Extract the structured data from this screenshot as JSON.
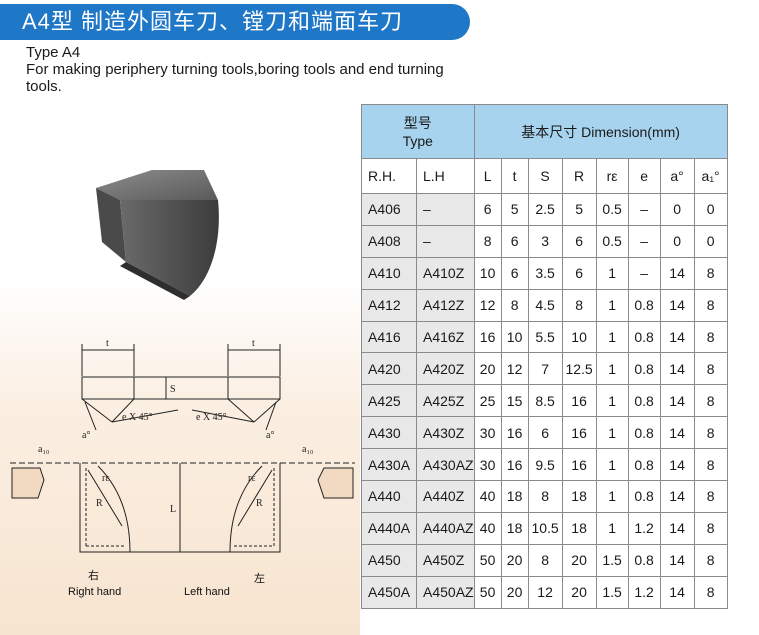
{
  "title": "A4型  制造外圆车刀、镗刀和端面车刀",
  "subtitle_lines": [
    "Type A4",
    "For making periphery turning tools,boring tools and end turning",
    "tools."
  ],
  "drawing": {
    "labels": {
      "t_left": "t",
      "t_right": "t",
      "s": "S",
      "e45_left": "e X 45°",
      "e45_right": "e X 45°",
      "a_left": "a°",
      "a_right": "a°",
      "a1_left": "a₁₀",
      "a1_right": "a₁₀",
      "re_left": "rε",
      "re_right": "rε",
      "r_left": "R",
      "r_right": "R",
      "l": "L"
    },
    "right_hand_cn": "右",
    "right_hand_en": "Right hand",
    "left_hand_cn": "左",
    "left_hand_en": "Left hand"
  },
  "table": {
    "type_header_cn": "型号",
    "type_header_en": "Type",
    "dim_header": "基本尺寸  Dimension(mm)",
    "columns": [
      "R.H.",
      "L.H",
      "L",
      "t",
      "S",
      "R",
      "rε",
      "e",
      "a°",
      "a₁°"
    ],
    "rows": [
      [
        "A406",
        "–",
        "6",
        "5",
        "2.5",
        "5",
        "0.5",
        "–",
        "0",
        "0"
      ],
      [
        "A408",
        "–",
        "8",
        "6",
        "3",
        "6",
        "0.5",
        "–",
        "0",
        "0"
      ],
      [
        "A410",
        "A410Z",
        "10",
        "6",
        "3.5",
        "6",
        "1",
        "–",
        "14",
        "8"
      ],
      [
        "A412",
        "A412Z",
        "12",
        "8",
        "4.5",
        "8",
        "1",
        "0.8",
        "14",
        "8"
      ],
      [
        "A416",
        "A416Z",
        "16",
        "10",
        "5.5",
        "10",
        "1",
        "0.8",
        "14",
        "8"
      ],
      [
        "A420",
        "A420Z",
        "20",
        "12",
        "7",
        "12.5",
        "1",
        "0.8",
        "14",
        "8"
      ],
      [
        "A425",
        "A425Z",
        "25",
        "15",
        "8.5",
        "16",
        "1",
        "0.8",
        "14",
        "8"
      ],
      [
        "A430",
        "A430Z",
        "30",
        "16",
        "6",
        "16",
        "1",
        "0.8",
        "14",
        "8"
      ],
      [
        "A430A",
        "A430AZ",
        "30",
        "16",
        "9.5",
        "16",
        "1",
        "0.8",
        "14",
        "8"
      ],
      [
        "A440",
        "A440Z",
        "40",
        "18",
        "8",
        "18",
        "1",
        "0.8",
        "14",
        "8"
      ],
      [
        "A440A",
        "A440AZ",
        "40",
        "18",
        "10.5",
        "18",
        "1",
        "1.2",
        "14",
        "8"
      ],
      [
        "A450",
        "A450Z",
        "50",
        "20",
        "8",
        "20",
        "1.5",
        "0.8",
        "14",
        "8"
      ],
      [
        "A450A",
        "A450AZ",
        "50",
        "20",
        "12",
        "20",
        "1.5",
        "1.2",
        "14",
        "8"
      ]
    ]
  },
  "colors": {
    "banner": "#1f77c8",
    "header_bg": "#a7d3ee",
    "label_bg": "#e8e8e8"
  }
}
